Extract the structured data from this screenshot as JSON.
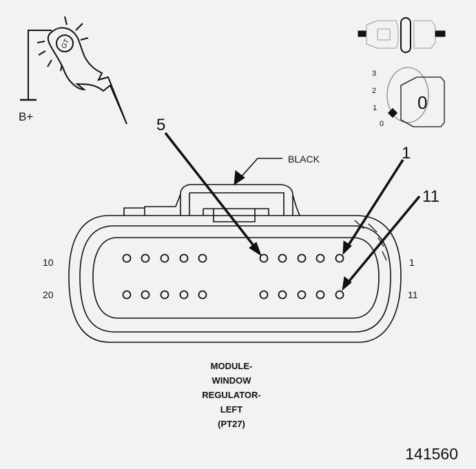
{
  "probe_label": "B+",
  "probe_glyph": "GT",
  "wire_color_label": "BLACK",
  "callouts": {
    "pin5": "5",
    "pin1": "1",
    "pin11": "11"
  },
  "row_labels": {
    "top_left": "10",
    "bottom_left": "20",
    "top_right": "1",
    "bottom_right": "11"
  },
  "ignition_positions": [
    "3",
    "2",
    "1",
    "0"
  ],
  "ignition_key_label": "0",
  "caption": [
    "MODULE-",
    "WINDOW",
    "REGULATOR-",
    "LEFT",
    "(PT27)"
  ],
  "figure_number": "141560",
  "colors": {
    "line": "#111111",
    "background": "#f2f2f2"
  }
}
